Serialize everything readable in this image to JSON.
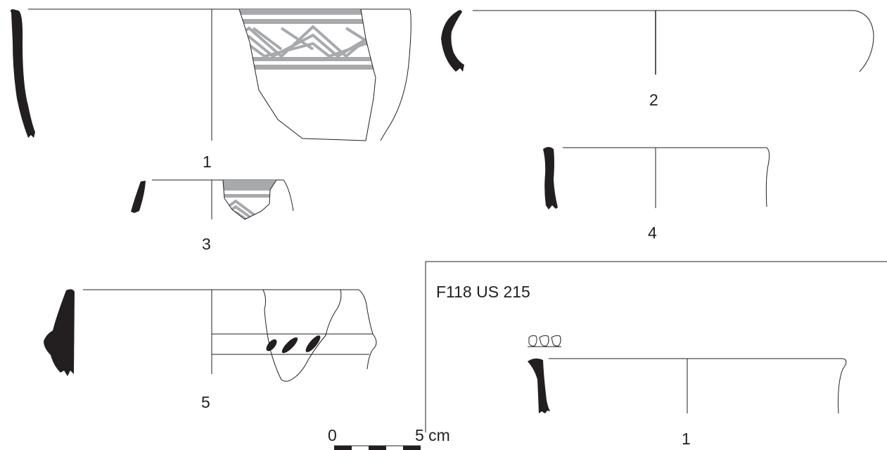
{
  "figure_labels": {
    "fig1": "1",
    "fig2": "2",
    "fig3": "3",
    "fig4": "4",
    "fig5": "5",
    "inset_fig1": "1"
  },
  "inset_context": "F118 US 215",
  "scale_bar": {
    "start_label": "0",
    "end_label": "5 cm"
  },
  "colors": {
    "ink": "#231f20",
    "painted_band": "#a7a9ac"
  }
}
